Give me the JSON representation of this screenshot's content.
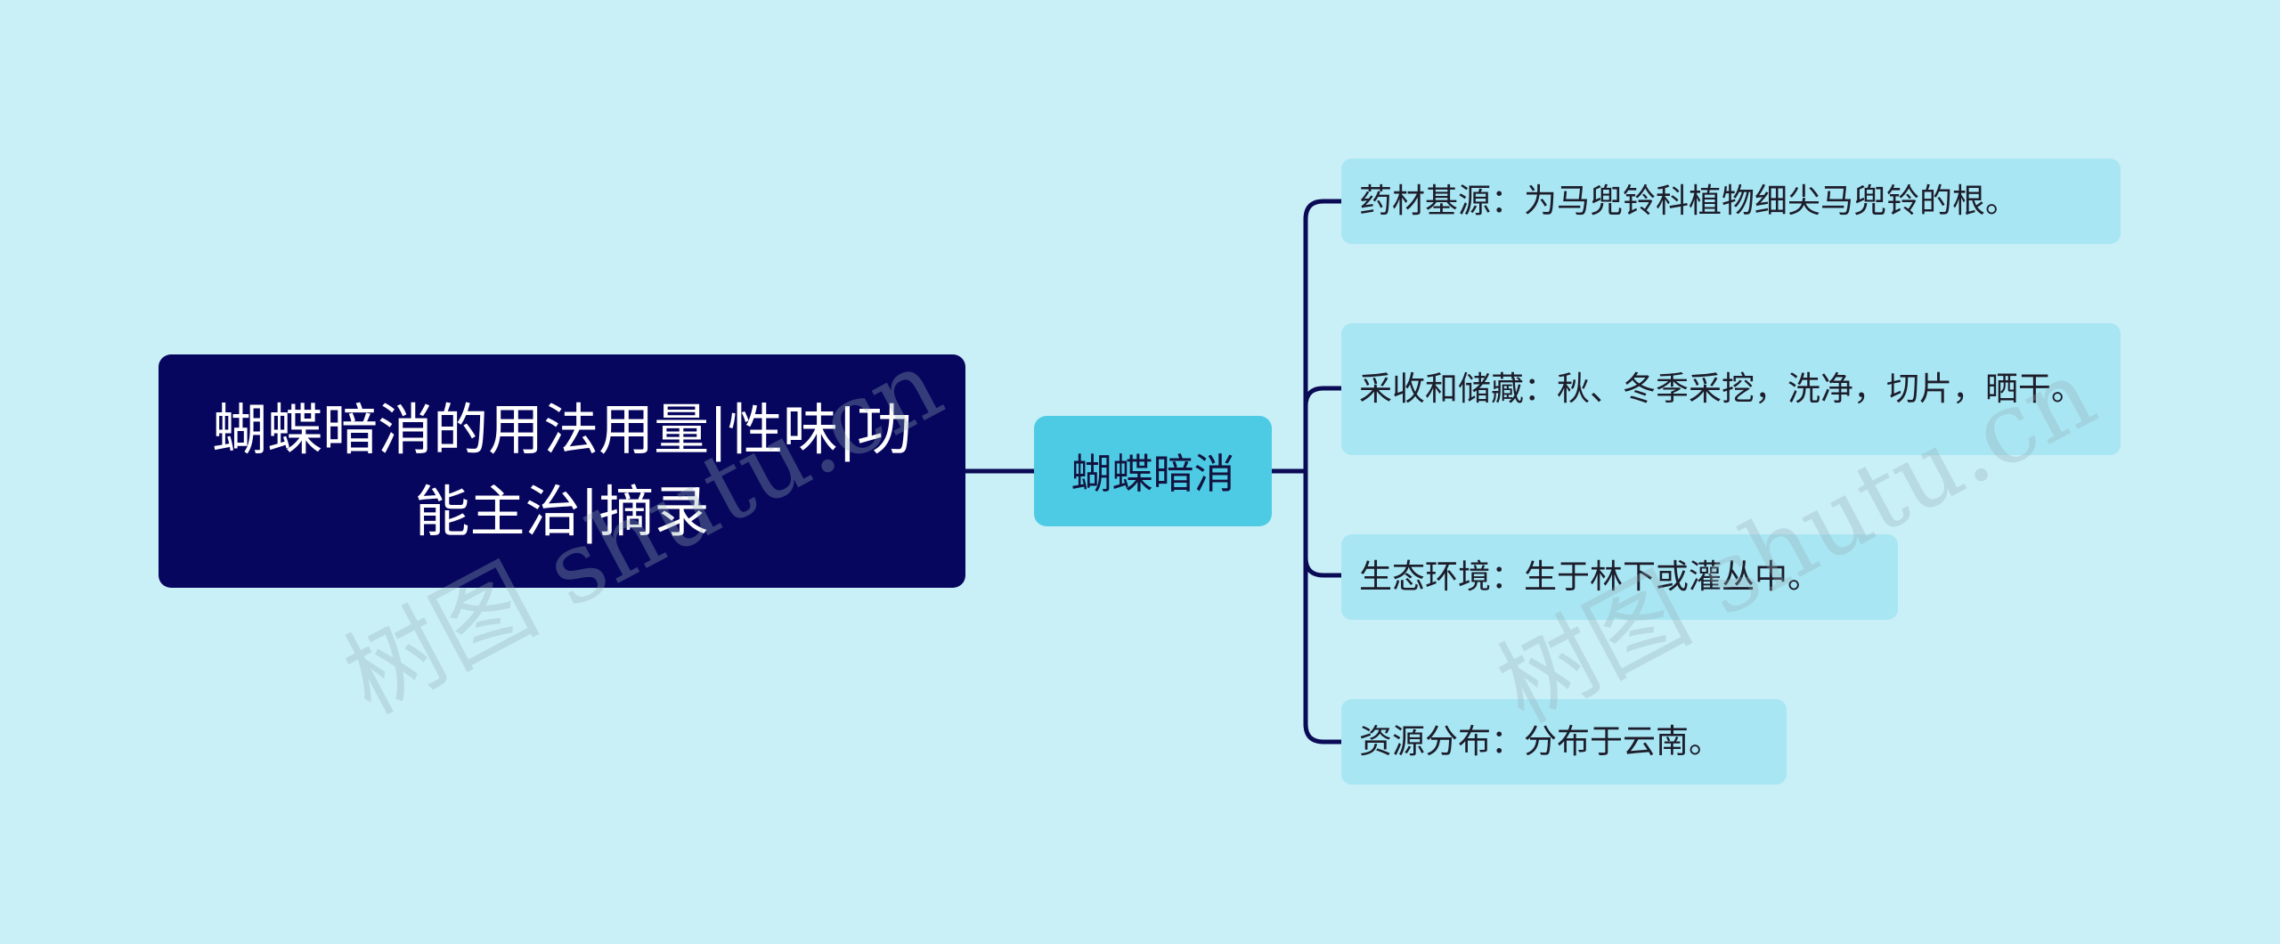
{
  "diagram": {
    "root": {
      "label": "蝴蝶暗消的用法用量|性味|功能主治|摘录"
    },
    "center": {
      "label": "蝴蝶暗消"
    },
    "branches": [
      {
        "label": "药材基源：为马兜铃科植物细尖马兜铃的根。"
      },
      {
        "label": "采收和储藏：秋、冬季采挖，洗净，切片，晒干。"
      },
      {
        "label": "生态环境：生于林下或灌丛中。"
      },
      {
        "label": "资源分布：分布于云南。"
      }
    ]
  },
  "watermark": {
    "text": "树图 shutu.cn"
  },
  "colors": {
    "background": "#c9eff7",
    "root_fill": "#07065e",
    "center_fill": "#4ecbe4",
    "leaf_fill": "#a9e6f3",
    "connector": "#0b0a55"
  }
}
